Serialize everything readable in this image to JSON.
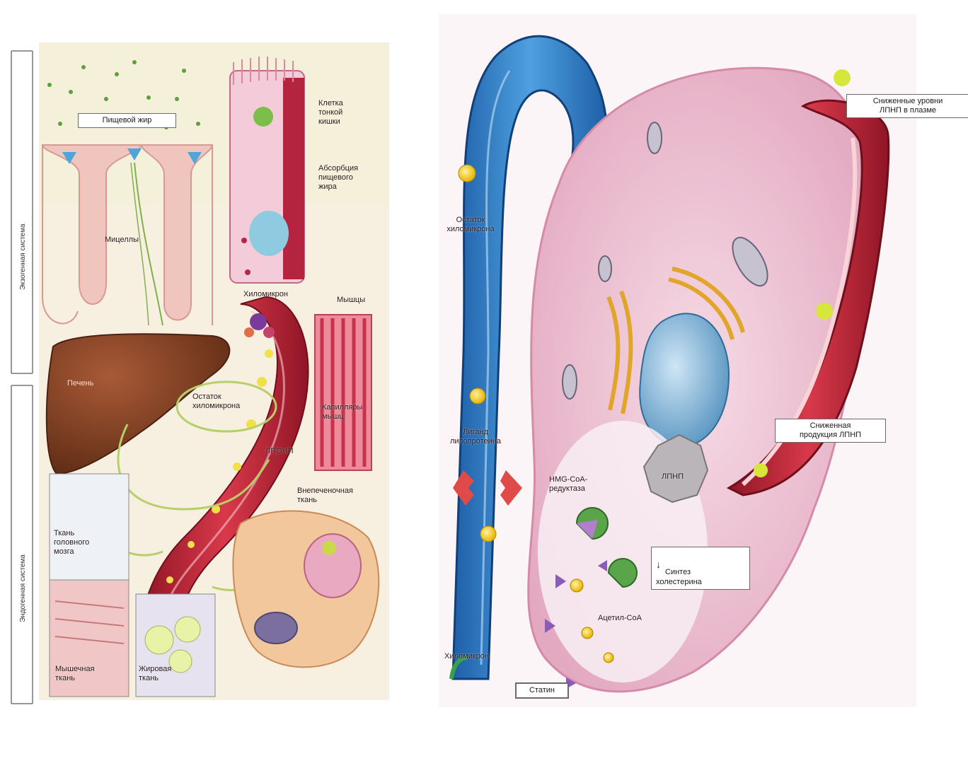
{
  "left_panel": {
    "system_labels": {
      "exogenous": "Экзогенная система",
      "endogenous": "Эндогенная система"
    },
    "labels": {
      "dietary_fat": "Пищевой жир",
      "intestinal_cell": "Клетка\nтонкой\nкишки",
      "fat_absorption": "Абсорбция\nпищевого\nжира",
      "micelles": "Мицеллы",
      "chylomicron": "Хиломикрон",
      "muscle": "Мышцы",
      "liver": "Печень",
      "chylomicron_remnant": "Остаток\nхиломикрона",
      "capillaries": "Капилляры\nмышц",
      "vldl": "ЛПОНП",
      "extrahepatic": "Внепеченочная\nткань",
      "brain_tissue": "Ткань\nголовного\nмозга",
      "muscle_tissue": "Мышечная\nткань",
      "adipose_tissue": "Жировая\nткань"
    }
  },
  "right_panel": {
    "labels": {
      "reduced_plasma_ldl": "Сниженные уровни\nЛПНП в плазме",
      "chylomicron_remnant": "Остаток\nхиломикрона",
      "reduced_ldl_production": "Сниженная\nпродукция ЛПНП",
      "ldl_receptors": "Лиганд\nлипопротеина",
      "hmg_coa": "HMG-CoA-\nредуктаза",
      "ldl": "ЛПНП",
      "cholesterol_synthesis": "Синтез\nхолестерина",
      "acetyl_coa": "Ацетил-CoA",
      "chylomicron": "Хиломикрон",
      "statin": "Статин"
    }
  },
  "colors": {
    "vessel_red": "#c7283a",
    "lymph_blue": "#2f7fc8",
    "cell_pink": "#e9b7c9",
    "liver_brown": "#7a3d22",
    "villus_pink": "#f0c5be"
  }
}
